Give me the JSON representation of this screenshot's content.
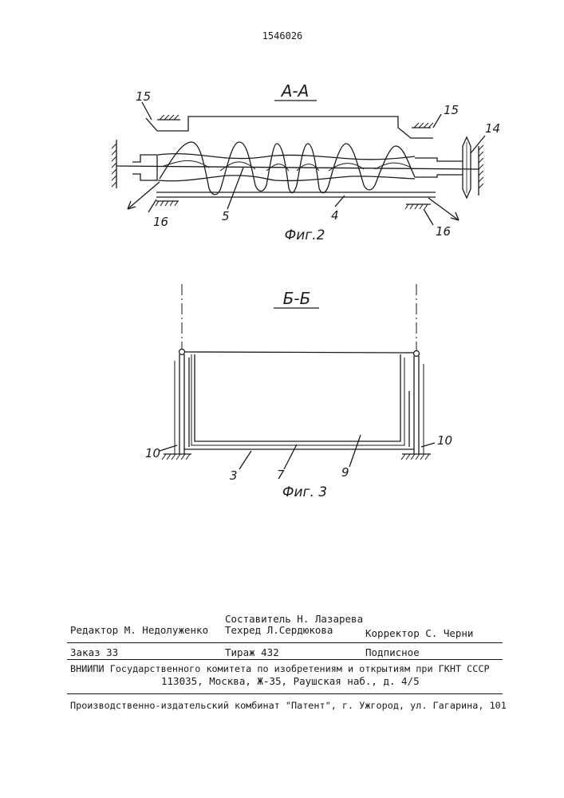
{
  "patent_number": "1546026",
  "figure2": {
    "section_label": "А-А",
    "caption": "Фиг.2",
    "labels": {
      "l15_left": "15",
      "l15_right": "15",
      "l14": "14",
      "l16_left": "16",
      "l16_right": "16",
      "l5": "5",
      "l4": "4"
    }
  },
  "figure3": {
    "section_label": "Б-Б",
    "caption": "Фиг. 3",
    "labels": {
      "l10_left": "10",
      "l10_right": "10",
      "l3": "3",
      "l7": "7",
      "l9": "9"
    }
  },
  "colophon": {
    "compiler": "Составитель Н. Лазарева",
    "editor": "Редактор М. Недолуженко",
    "techeditor": "Техред Л.Сердюкова",
    "corrector": "Корректор С. Черни",
    "order": "Заказ 33",
    "circulation": "Тираж 432",
    "subscription": "Подписное",
    "institute": "ВНИИПИ Государственного комитета по изобретениям и открытиям при ГКНТ СССР",
    "address": "113035, Москва, Ж-35, Раушская наб., д. 4/5",
    "printer": "Производственно-издательский комбинат \"Патент\", г. Ужгород, ул. Гагарина, 101"
  }
}
